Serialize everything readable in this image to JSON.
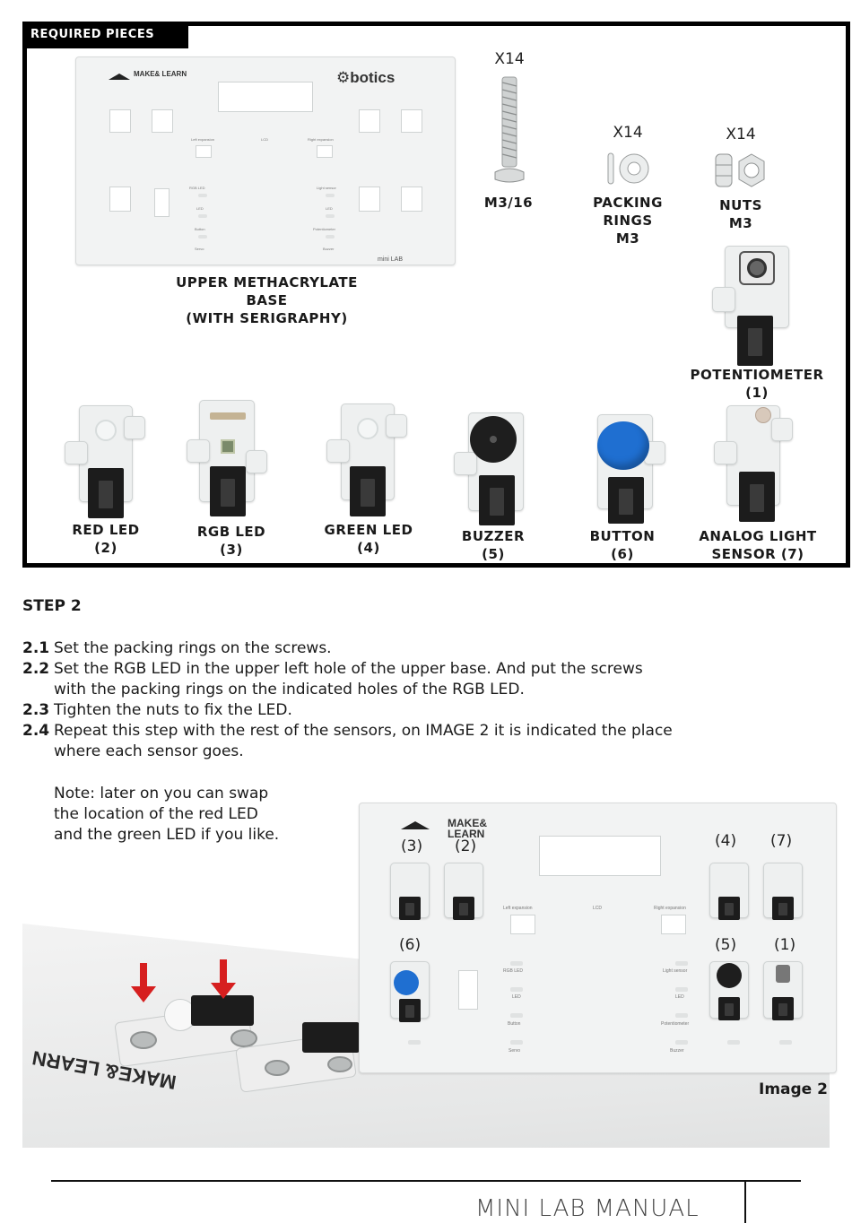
{
  "required_pieces": {
    "header": "REQUIRED PIECES",
    "base_brand": "MAKE& LEARN",
    "base_logo": "botics",
    "base_footer_tag": "mini LAB",
    "base_label_lines": [
      "UPPER METHACRYLATE",
      "BASE",
      "(WITH SERIGRAPHY)"
    ],
    "screws": {
      "qty": "X14",
      "label_lines": [
        "M3/16"
      ]
    },
    "packing_rings": {
      "qty": "X14",
      "label_lines": [
        "PACKING",
        "RINGS",
        "M3"
      ]
    },
    "nuts": {
      "qty": "X14",
      "label_lines": [
        "NUTS",
        "M3"
      ]
    },
    "potentiometer": {
      "label_lines": [
        "POTENTIOMETER",
        "(1)"
      ]
    },
    "modules": [
      {
        "label_lines": [
          "RED LED",
          "(2)"
        ]
      },
      {
        "label_lines": [
          "RGB LED",
          "(3)"
        ]
      },
      {
        "label_lines": [
          "GREEN LED",
          "(4)"
        ]
      },
      {
        "label_lines": [
          "BUZZER",
          "(5)"
        ]
      },
      {
        "label_lines": [
          "BUTTON",
          "(6)"
        ]
      },
      {
        "label_lines": [
          "ANALOG LIGHT",
          "SENSOR (7)"
        ]
      }
    ],
    "board_texts": [
      "Left expansion",
      "LCD",
      "Right expansion",
      "RGB LED",
      "LED",
      "Button",
      "Servo",
      "Light sensor",
      "LED",
      "Potentiometer",
      "Buzzer"
    ]
  },
  "step": {
    "title": "STEP 2",
    "items": [
      {
        "num": "2.1",
        "lines": [
          "Set the packing rings on the screws."
        ]
      },
      {
        "num": "2.2",
        "lines": [
          "Set the RGB LED in the upper left hole of the upper base. And put the screws",
          "with the packing rings on the indicated holes of the RGB LED."
        ]
      },
      {
        "num": "2.3",
        "lines": [
          "Tighten the nuts to fix the LED."
        ]
      },
      {
        "num": "2.4",
        "lines": [
          "Repeat this step with the rest of the sensors, on IMAGE 2 it is indicated the place",
          "where each sensor goes."
        ]
      }
    ],
    "note_lines": [
      "Note: later on you can swap",
      "the location of the red LED",
      "and the green LED if you like."
    ]
  },
  "image2": {
    "caption": "Image 2",
    "brand": "MAKE& LEARN",
    "positions": [
      "(3)",
      "(2)",
      "(4)",
      "(7)",
      "(6)",
      "(5)",
      "(1)"
    ],
    "board_texts": [
      "Left expansion",
      "LCD",
      "Right expansion",
      "RGB LED",
      "LED",
      "Button",
      "Servo",
      "Light sensor",
      "LED",
      "Potentiometer",
      "Buzzer"
    ],
    "photo_brand": "MAKE& LEARN"
  },
  "footer": {
    "title": "MINI LAB MANUAL"
  },
  "colors": {
    "frame": "#000000",
    "arrow": "#d61f1f",
    "button_cap": "#1f6fd1",
    "board": "#f2f3f3"
  }
}
